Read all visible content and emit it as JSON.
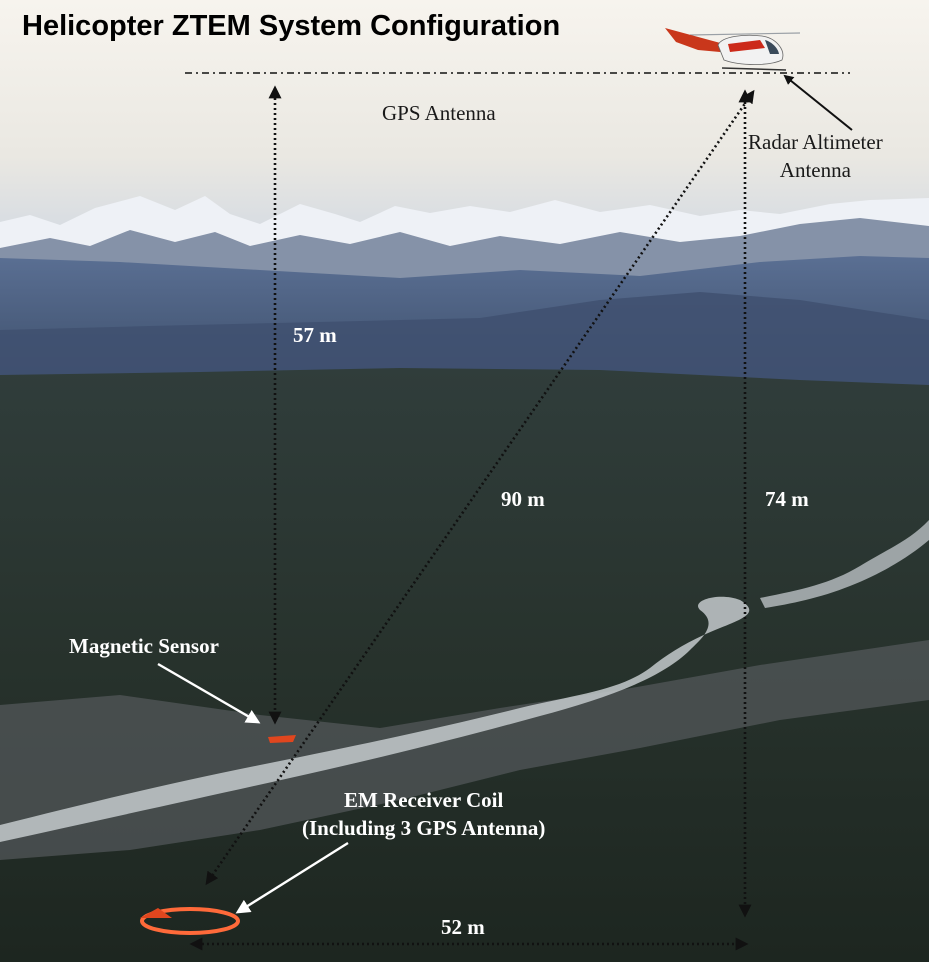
{
  "title": "Helicopter ZTEM System Configuration",
  "labels": {
    "gps_antenna": "GPS Antenna",
    "radar_altimeter_line1": "Radar Altimeter",
    "radar_altimeter_line2": "Antenna",
    "magnetic_sensor": "Magnetic Sensor",
    "em_coil_line1": "EM Receiver Coil",
    "em_coil_line2": "(Including 3 GPS Antenna)"
  },
  "distances": {
    "vertical_to_mag_sensor": "57 m",
    "diagonal_to_coil": "90 m",
    "vertical_to_coil": "74 m",
    "horizontal_offset": "52 m"
  },
  "colors": {
    "sky_top": "#f4f1ea",
    "sky_horizon": "#cdd6e0",
    "snow": "#eef1f6",
    "mountain_shadow": "#7e8ca3",
    "far_hills": "#465a7a",
    "forest": "#27332d",
    "river": "#c9cfd2",
    "sensor": "#e0461e",
    "coil": "#ff6a3a",
    "leader_dotted": "#111111"
  }
}
